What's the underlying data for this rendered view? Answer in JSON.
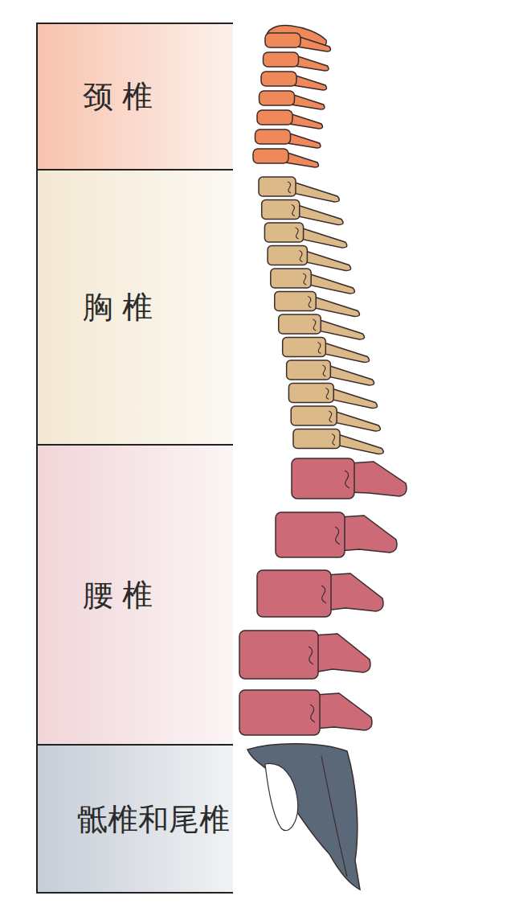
{
  "diagram": {
    "nodes": [
      {
        "text": [
          "颈椎"
        ]
      },
      {
        "text": [
          "胸椎"
        ]
      },
      {
        "text": [
          "腰椎"
        ]
      },
      {
        "text": [
          "骶椎和尾椎"
        ]
      }
    ]
  }
}
